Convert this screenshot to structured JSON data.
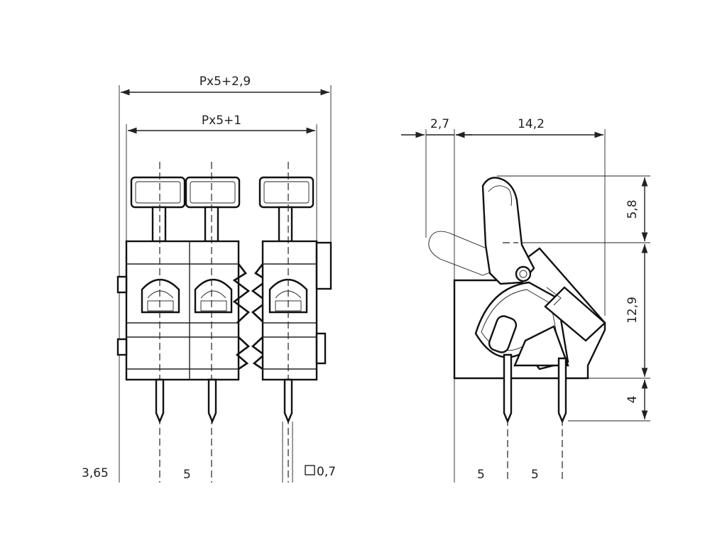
{
  "dimensions": {
    "overall_width": "Px5+2,9",
    "inner_width": "Px5+1",
    "side_offset": "2,7",
    "side_depth": "14,2",
    "lever_height": "5,8",
    "body_height": "12,9",
    "pin_length": "4",
    "edge_offset": "3,65",
    "front_pitch": "5",
    "pin_size": "0,7",
    "side_pitch_1": "5",
    "side_pitch_2": "5"
  }
}
